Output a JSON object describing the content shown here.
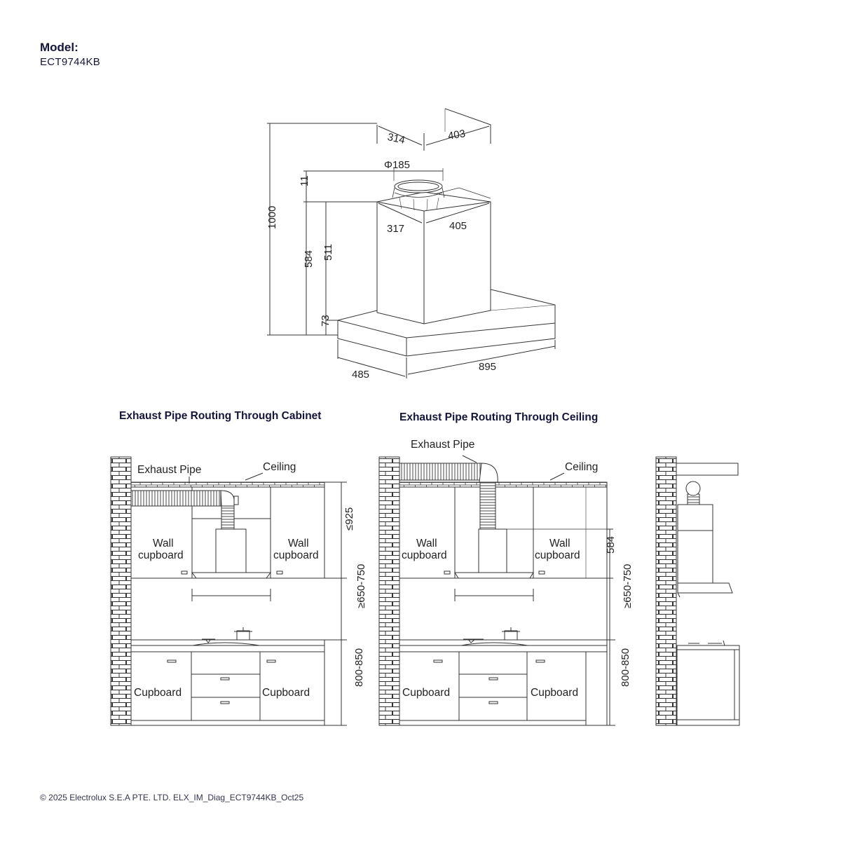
{
  "header": {
    "model_label": "Model:",
    "model_value": "ECT9744KB"
  },
  "product_dims": {
    "chimney_upper_left": "314",
    "chimney_upper_right": "403",
    "outlet_diameter": "Φ185",
    "outlet_height": "11",
    "chimney_lower_left": "317",
    "chimney_lower_right": "405",
    "total_height": "1000",
    "chimney_height": "584",
    "chimney_body_height": "511",
    "canopy_height": "73",
    "depth": "485",
    "width": "895"
  },
  "cabinet_diagram": {
    "title": "Exhaust Pipe Routing Through Cabinet",
    "exhaust_label": "Exhaust Pipe",
    "ceiling_label": "Ceiling",
    "wall_cupboard_left": [
      "Wall",
      "cupboard"
    ],
    "wall_cupboard_right": [
      "Wall",
      "cupboard"
    ],
    "cupboard_left": "Cupboard",
    "cupboard_right": "Cupboard",
    "dim_upper": "≤925",
    "dim_middle": "≥650-750",
    "dim_lower": "800-850"
  },
  "ceiling_diagram": {
    "title": "Exhaust Pipe Routing Through Ceiling",
    "exhaust_label": "Exhaust Pipe",
    "ceiling_label": "Ceiling",
    "wall_cupboard_left": [
      "Wall",
      "cupboard"
    ],
    "wall_cupboard_right": [
      "Wall",
      "cupboard"
    ],
    "cupboard_left": "Cupboard",
    "cupboard_right": "Cupboard",
    "dim_upper": "584",
    "dim_middle": "≥650-750",
    "dim_lower": "800-850"
  },
  "footer": {
    "copyright": "© 2025 Electrolux S.E.A PTE. LTD. ELX_IM_Diag_ECT9744KB_Oct25"
  },
  "colors": {
    "line": "#333333",
    "title": "#15153a"
  }
}
